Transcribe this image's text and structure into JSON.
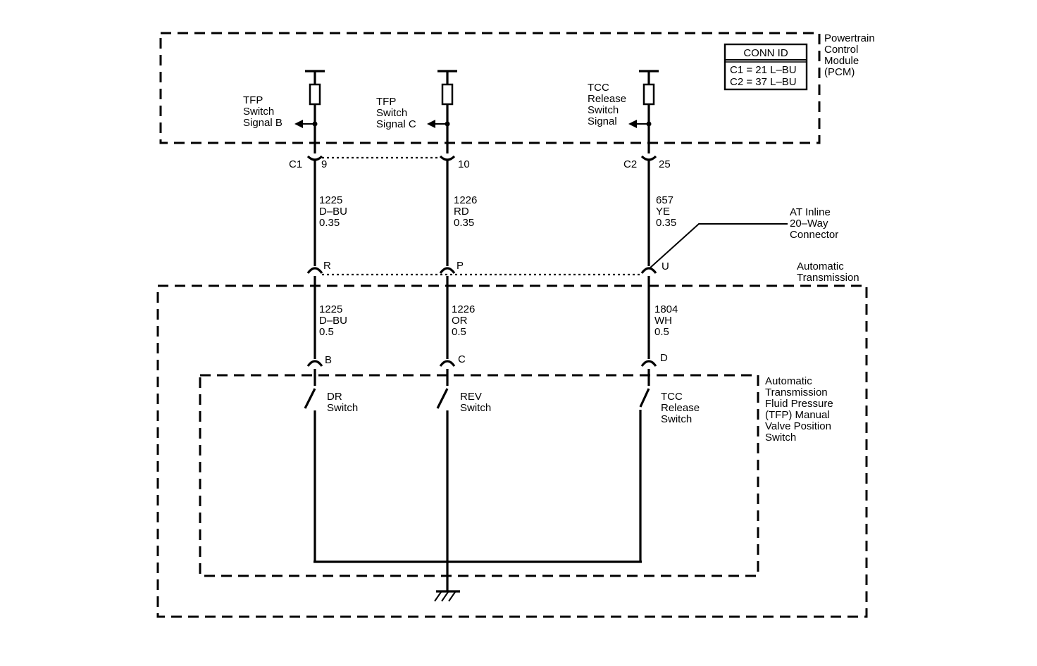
{
  "pcm": {
    "label": [
      "Powertrain",
      "Control",
      "Module",
      "(PCM)"
    ]
  },
  "conn_id": {
    "header": "CONN ID",
    "rows": [
      "C1 = 21 L–BU",
      "C2 = 37 L–BU"
    ]
  },
  "signals": {
    "b": [
      "TFP",
      "Switch",
      "Signal B"
    ],
    "c": [
      "TFP",
      "Switch",
      "Signal C"
    ],
    "tcc": [
      "TCC",
      "Release",
      "Switch",
      "Signal"
    ]
  },
  "pins": {
    "c1": "C1",
    "c1_pin": "9",
    "c1_pin2": "10",
    "c2": "C2",
    "c2_pin": "25",
    "inline_r": "R",
    "inline_p": "P",
    "inline_u": "U",
    "b": "B",
    "c": "C",
    "d": "D"
  },
  "wires_upper": {
    "w1": [
      "1225",
      "D–BU",
      "0.35"
    ],
    "w2": [
      "1226",
      "RD",
      "0.35"
    ],
    "w3": [
      "657",
      "YE",
      "0.35"
    ]
  },
  "wires_lower": {
    "w1": [
      "1225",
      "D–BU",
      "0.5"
    ],
    "w2": [
      "1226",
      "OR",
      "0.5"
    ],
    "w3": [
      "1804",
      "WH",
      "0.5"
    ]
  },
  "inline_connector": [
    "AT Inline",
    "20–Way",
    "Connector"
  ],
  "transmission": [
    "Automatic",
    "Transmission"
  ],
  "tfp_switch": [
    "Automatic",
    "Transmission",
    "Fluid Pressure",
    "(TFP) Manual",
    "Valve Position",
    "Switch"
  ],
  "switches": {
    "dr": [
      "DR",
      "Switch"
    ],
    "rev": [
      "REV",
      "Switch"
    ],
    "tcc": [
      "TCC",
      "Release",
      "Switch"
    ]
  }
}
